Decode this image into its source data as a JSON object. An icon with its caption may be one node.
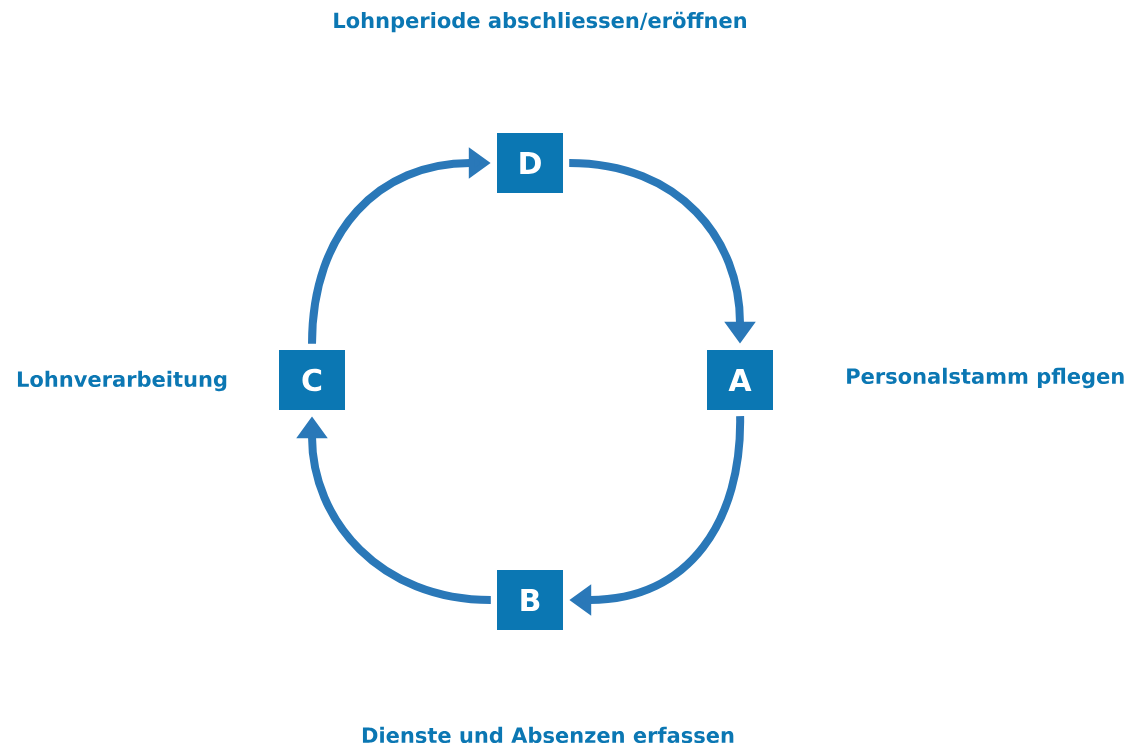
{
  "diagram": {
    "nodes": [
      {
        "text": [
          "A"
        ],
        "beside": [
          "Personalstamm pflegen"
        ]
      },
      {
        "text": [
          "B"
        ]
      },
      {
        "text": [
          "C"
        ],
        "beside": [
          "Lohnverarbeitung"
        ]
      },
      {
        "text": [
          "D"
        ]
      }
    ],
    "edges": [
      {
        "from": 0,
        "to": 1,
        "arrow": "to"
      },
      {
        "from": 1,
        "to": 2,
        "arrow": "to"
      },
      {
        "from": 2,
        "to": 3,
        "arrow": "to"
      },
      {
        "from": 3,
        "to": 0,
        "arrow": "to"
      }
    ],
    "labels": [
      "Lohnperiode abschliessen/eröffnen",
      "Dienste und Absenzen erfassen"
    ]
  }
}
